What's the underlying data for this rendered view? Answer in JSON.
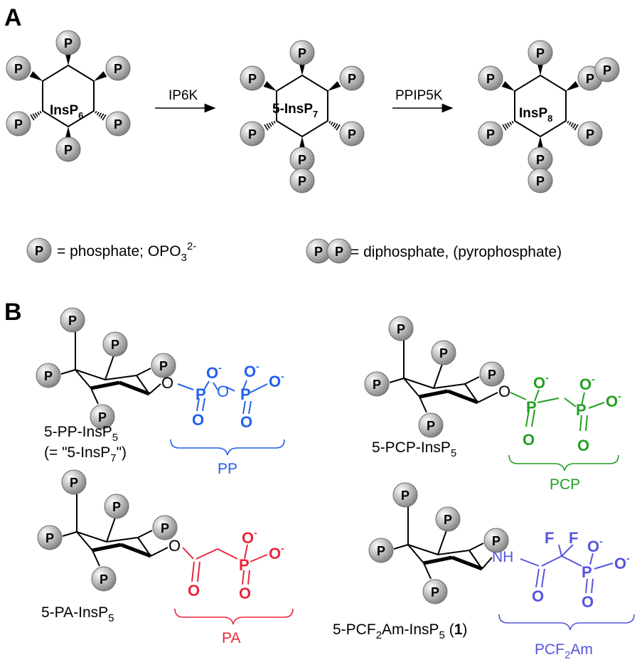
{
  "panels": {
    "a": {
      "label": "A"
    },
    "b": {
      "label": "B"
    }
  },
  "colors": {
    "pp": "#2060ee",
    "pcp": "#22a022",
    "pa": "#e8283c",
    "pcf2am": "#5555dd",
    "ball": "#b0b0b0"
  },
  "pathway": {
    "phosphate_symbol": "P",
    "molecules": [
      {
        "base": "InsP",
        "sub": "6"
      },
      {
        "base": "5-InsP",
        "sub": "7"
      },
      {
        "base": "InsP",
        "sub": "8"
      }
    ],
    "enzymes": [
      "IP6K",
      "PPIP5K"
    ]
  },
  "legend": {
    "phosphate_text": "= phosphate; OPO",
    "phosphate_sub": "3",
    "phosphate_sup": "2-",
    "diphosphate_text": "= diphosphate, (pyrophosphate)"
  },
  "analogs": {
    "pp": {
      "name_base": "5-PP-InsP",
      "name_sub": "5",
      "note_open": "(= \"5-InsP",
      "note_sub": "7",
      "note_close": "\")",
      "group": "PP"
    },
    "pcp": {
      "name_base": "5-PCP-InsP",
      "name_sub": "5",
      "group": "PCP"
    },
    "pa": {
      "name_base": "5-PA-InsP",
      "name_sub": "5",
      "group": "PA"
    },
    "pcf2am": {
      "name_a": "5-PCF",
      "name_a_sub": "2",
      "name_b": "Am-InsP",
      "name_b_sub": "5",
      "num_open": " (",
      "num": "1",
      "num_close": ")",
      "group_a": "PCF",
      "group_sub": "2",
      "group_b": "Am"
    }
  },
  "atoms": {
    "O": "O",
    "O_minus": "O",
    "minus": "-",
    "P": "P",
    "NH": "NH",
    "F": "F"
  }
}
